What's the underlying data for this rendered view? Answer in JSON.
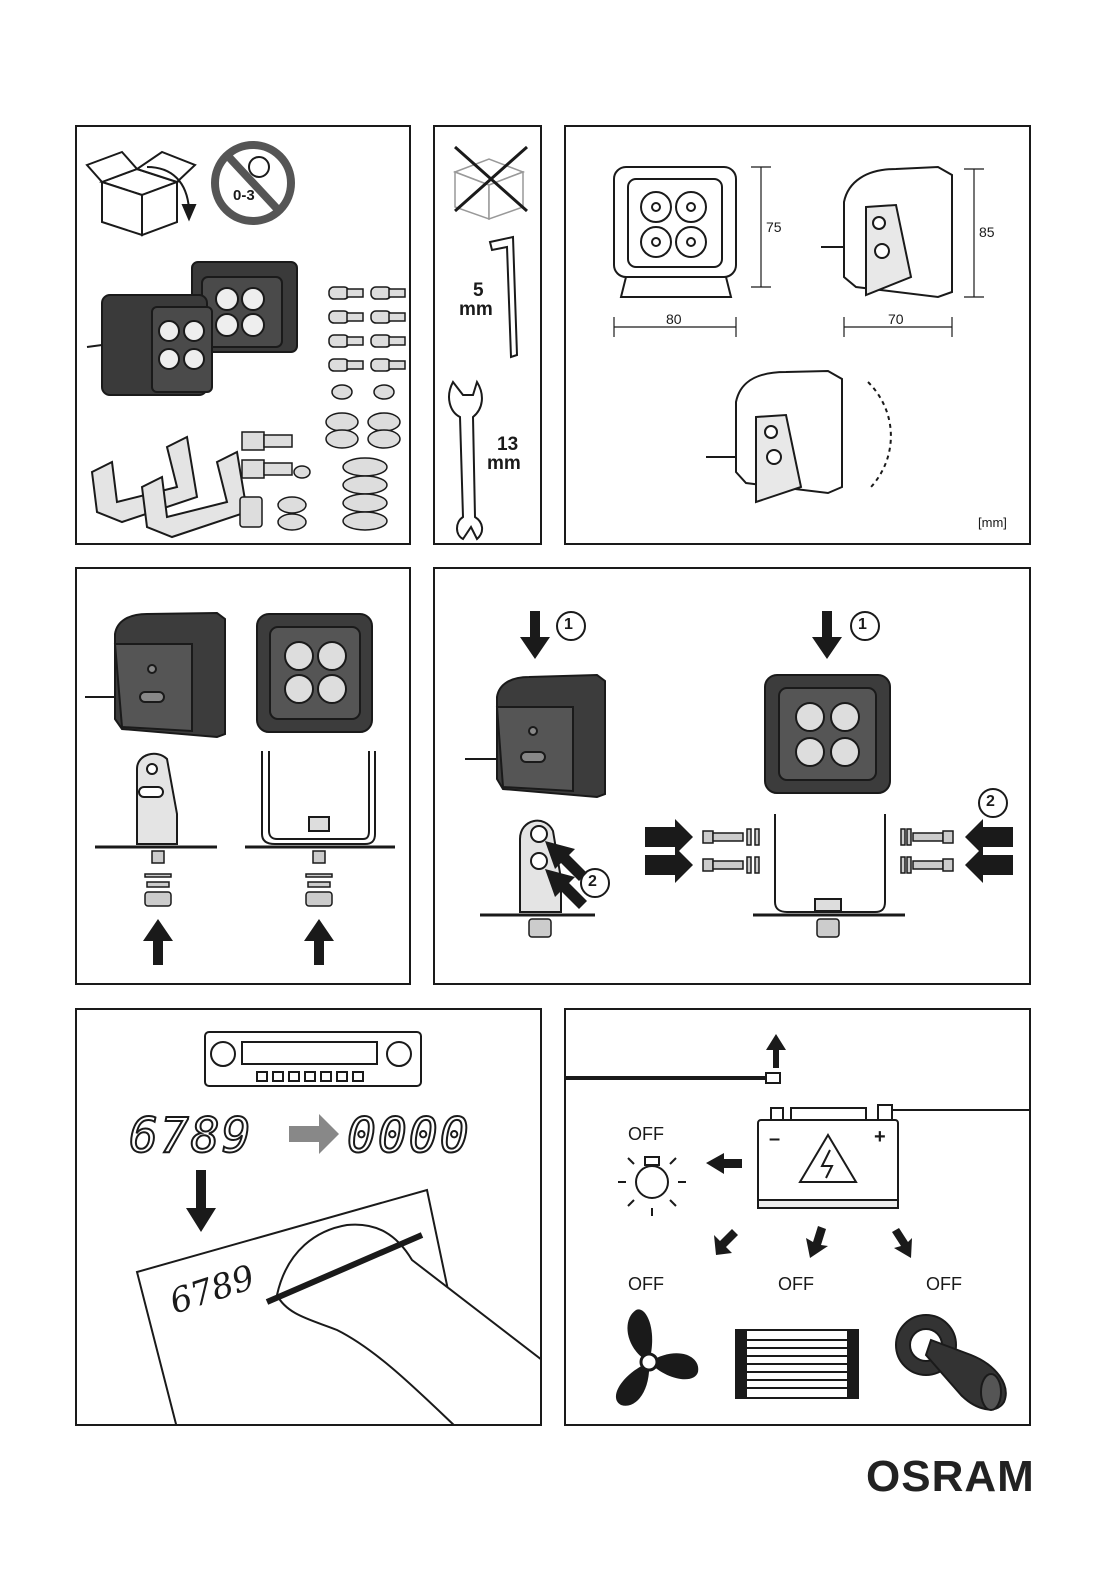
{
  "panel_contents": {
    "age_warning": "0-3"
  },
  "panel_tools": {
    "hex_key": "5",
    "hex_key_unit": "mm",
    "wrench": "13",
    "wrench_unit": "mm"
  },
  "panel_dimensions": {
    "height_front": "75",
    "width_front": "80",
    "height_side": "85",
    "depth_side": "70",
    "unit": "[mm]"
  },
  "panel_mount_steps": {
    "step1_left": "①",
    "step2_left": "②",
    "step1_right": "①",
    "step2_right": "②"
  },
  "panel_radio_code": {
    "code_before": "6789",
    "code_after": "0000",
    "handwritten": "6789"
  },
  "panel_battery": {
    "off_light": "OFF",
    "off_fan": "OFF",
    "off_heater": "OFF",
    "off_ignition": "OFF",
    "battery_minus": "–",
    "battery_plus": "+"
  },
  "brand": {
    "logo": "OSRAM"
  },
  "colors": {
    "line": "#1a1a1a",
    "dark_fill": "#4a4a4a",
    "light_fill": "#dcdcdc"
  }
}
